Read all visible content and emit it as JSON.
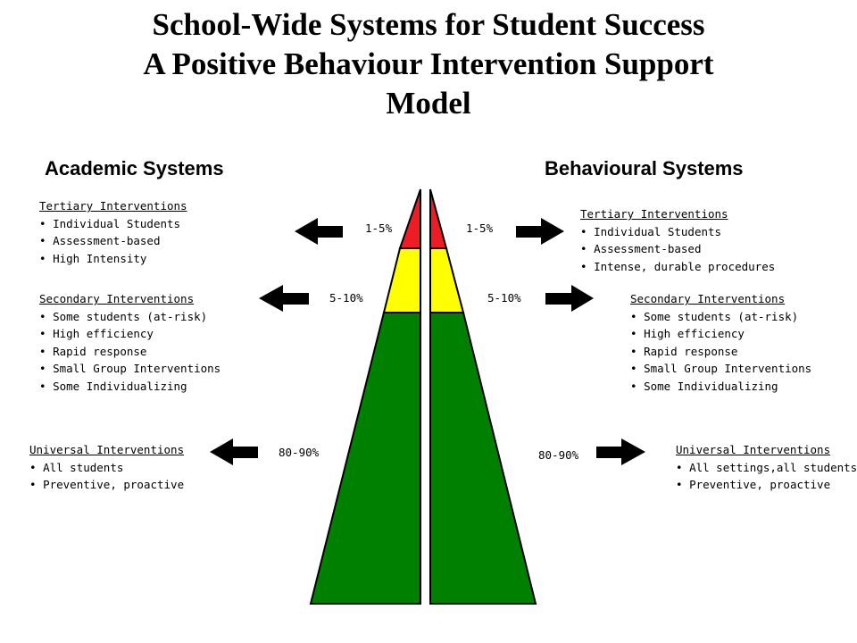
{
  "title": {
    "line1": "School-Wide Systems for Student Success",
    "line2": "A Positive Behaviour Intervention Support",
    "line3": "Model"
  },
  "left": {
    "heading": "Academic Systems",
    "tertiary": {
      "title": "Tertiary Interventions",
      "items": [
        "Individual Students",
        "Assessment-based",
        "High Intensity"
      ],
      "percent": "1-5%"
    },
    "secondary": {
      "title": "Secondary Interventions",
      "items": [
        "Some students (at-risk)",
        "High efficiency",
        "Rapid response",
        "Small Group Interventions",
        "Some Individualizing"
      ],
      "percent": "5-10%"
    },
    "universal": {
      "title": "Universal Interventions",
      "items": [
        "All students",
        "Preventive, proactive"
      ],
      "percent": "80-90%"
    }
  },
  "right": {
    "heading": "Behavioural Systems",
    "tertiary": {
      "title": "Tertiary Interventions",
      "items": [
        "Individual Students",
        "Assessment-based",
        "Intense, durable procedures"
      ],
      "percent": "1-5%"
    },
    "secondary": {
      "title": "Secondary Interventions",
      "items": [
        "Some students (at-risk)",
        "High efficiency",
        "Rapid response",
        "Small Group Interventions",
        "Some Individualizing"
      ],
      "percent": "5-10%"
    },
    "universal": {
      "title": "Universal Interventions",
      "items": [
        "All settings,all students",
        "Preventive, proactive"
      ],
      "percent": "80-90%"
    }
  },
  "colors": {
    "tertiary": "#ee1c24",
    "secondary": "#ffff00",
    "universal": "#008000"
  }
}
